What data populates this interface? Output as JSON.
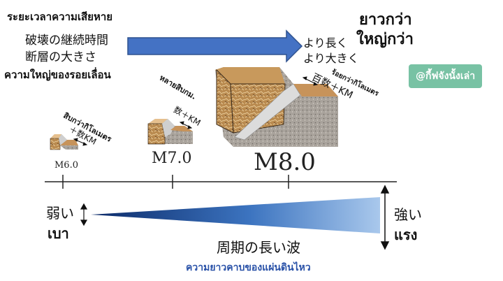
{
  "header": {
    "damage_duration_th": "ระยะเวลาความเสียหาย",
    "damage_duration_jp": "破壊の継続時間",
    "fault_size_jp": "断層の大きさ",
    "fault_size_th": "ความใหญ่ของรอยเลื่อน",
    "longer_jp": "より長く",
    "bigger_jp": "より大きく",
    "longer_th": "ยาวกว่า",
    "bigger_th": "ใหญ่กว่า"
  },
  "badge": {
    "label": "@กี้ฟจังนั้งเล่า"
  },
  "blocks": [
    {
      "magnitude": "M6.0",
      "scale_jp": "＋数KM",
      "scale_th": "สิบกว่ากิโลเมตร"
    },
    {
      "magnitude": "M7.0",
      "scale_jp": "数＋KM",
      "scale_th": "หลายสิบกม."
    },
    {
      "magnitude": "M8.0",
      "scale_jp": "百数＋KM",
      "scale_th": "ร้อยกว่ากิโลเมตร"
    }
  ],
  "waves": {
    "weak_jp": "弱い",
    "weak_th": "เบา",
    "strong_jp": "強い",
    "strong_th": "แรง",
    "long_period_jp": "周期の長い波",
    "long_period_th": "ความยาวคาบของแผ่นดินไหว"
  },
  "colors": {
    "arrow_blue": "#4472c4",
    "wedge_dark": "#0c2a68",
    "wedge_light": "#a9c8ec",
    "caption_blue": "#2a52a8",
    "badge_green": "#78c2a4",
    "rock_brown": "#b88040",
    "rock_gray": "#a9a39c"
  }
}
